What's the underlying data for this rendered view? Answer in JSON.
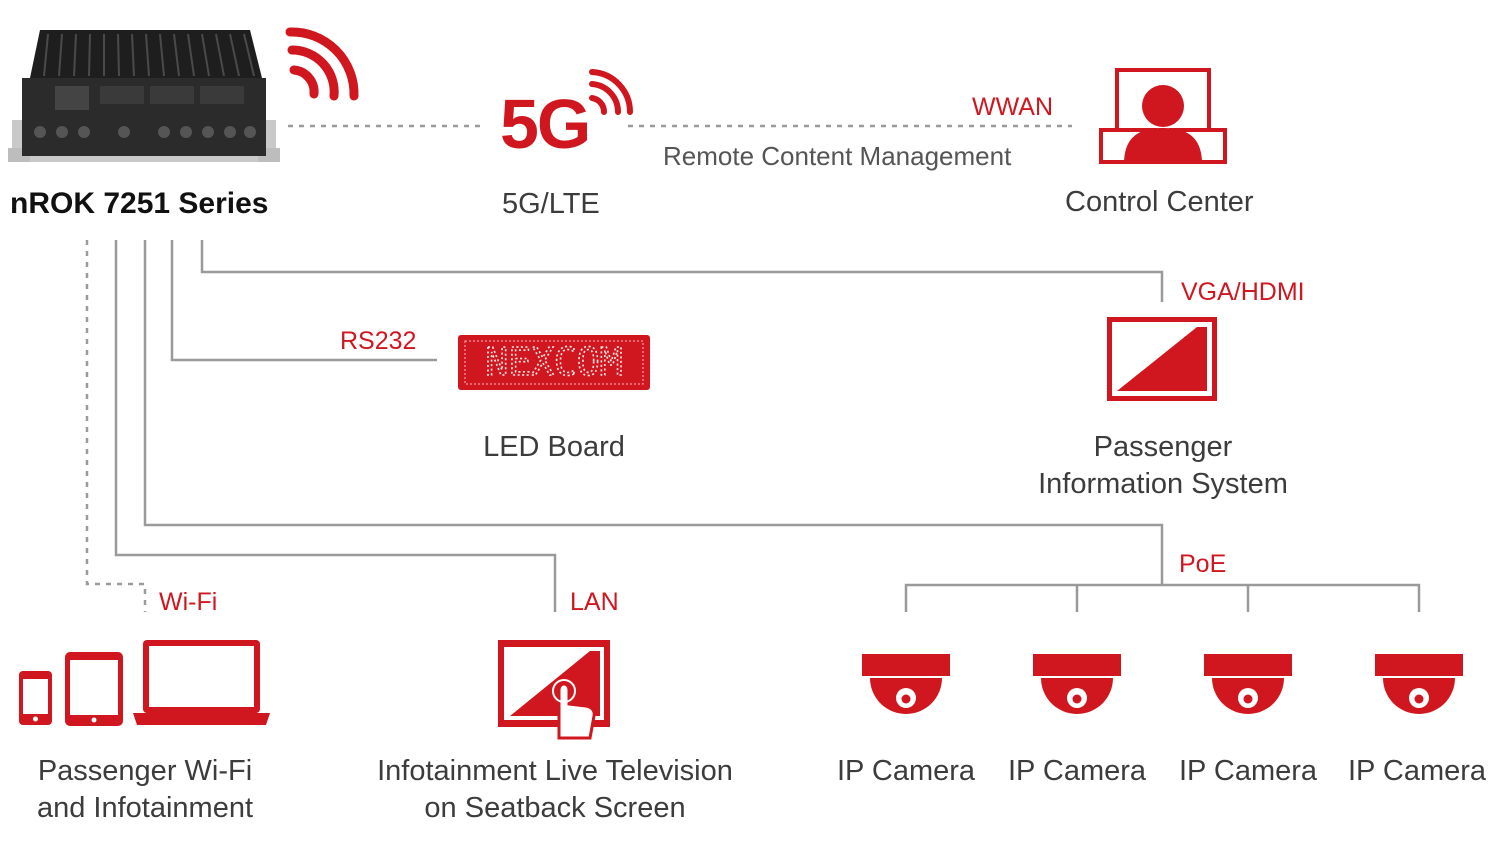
{
  "device": {
    "name": "nROK 7251 Series"
  },
  "network": {
    "badge": "5G",
    "label": "5G/LTE"
  },
  "control": {
    "label": "Control Center",
    "link_label": "WWAN",
    "description": "Remote Content Management"
  },
  "pis": {
    "link_label": "VGA/HDMI",
    "label_line1": "Passenger",
    "label_line2": "Information System"
  },
  "led": {
    "link_label": "RS232",
    "board_text": "NEXCOM",
    "label": "LED Board"
  },
  "poe": {
    "link_label": "PoE"
  },
  "wifi": {
    "link_label": "Wi-Fi",
    "label_line1": "Passenger Wi-Fi",
    "label_line2": "and Infotainment"
  },
  "lan": {
    "link_label": "LAN",
    "label_line1": "Infotainment Live Television",
    "label_line2": "on Seatback Screen"
  },
  "cameras": [
    {
      "label": "IP Camera"
    },
    {
      "label": "IP Camera"
    },
    {
      "label": "IP Camera"
    },
    {
      "label": "IP Camera"
    }
  ],
  "colors": {
    "accent": "#d0171f",
    "line": "#9a9a9a",
    "device_body": "#2b2b2b"
  }
}
